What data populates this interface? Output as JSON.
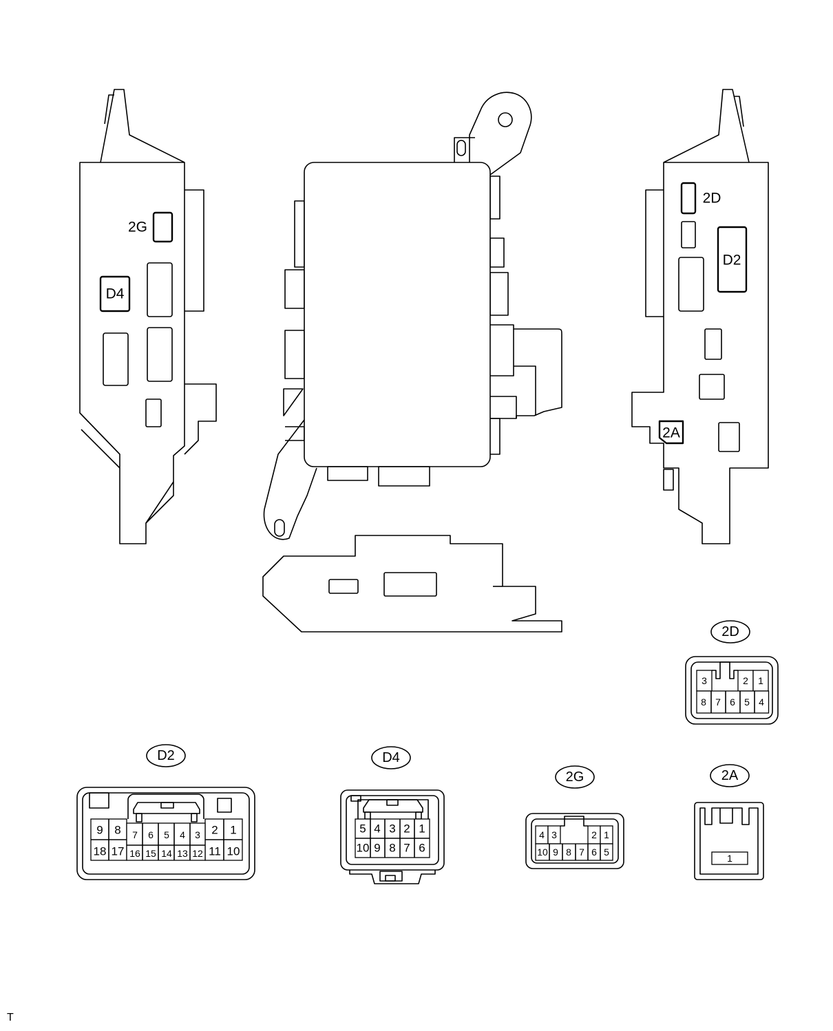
{
  "footer_mark": "T",
  "location_labels": {
    "left_2G": "2G",
    "left_D4": "D4",
    "right_2D": "2D",
    "right_D2": "D2",
    "right_2A": "2A"
  },
  "connectors": {
    "D2": {
      "label": "D2",
      "top_row": [
        "9",
        "8",
        "7",
        "6",
        "5",
        "4",
        "3",
        "2",
        "1"
      ],
      "bottom_row": [
        "18",
        "17",
        "16",
        "15",
        "14",
        "13",
        "12",
        "11",
        "10"
      ]
    },
    "D4": {
      "label": "D4",
      "top_row": [
        "5",
        "4",
        "3",
        "2",
        "1"
      ],
      "bottom_row": [
        "10",
        "9",
        "8",
        "7",
        "6"
      ]
    },
    "2G": {
      "label": "2G",
      "top_row": [
        "4",
        "3",
        "2",
        "1"
      ],
      "bottom_row": [
        "10",
        "9",
        "8",
        "7",
        "6",
        "5"
      ]
    },
    "2D": {
      "label": "2D",
      "top_row": [
        "3",
        "2",
        "1"
      ],
      "bottom_row": [
        "8",
        "7",
        "6",
        "5",
        "4"
      ]
    },
    "2A": {
      "label": "2A",
      "pins": [
        "1"
      ]
    }
  }
}
